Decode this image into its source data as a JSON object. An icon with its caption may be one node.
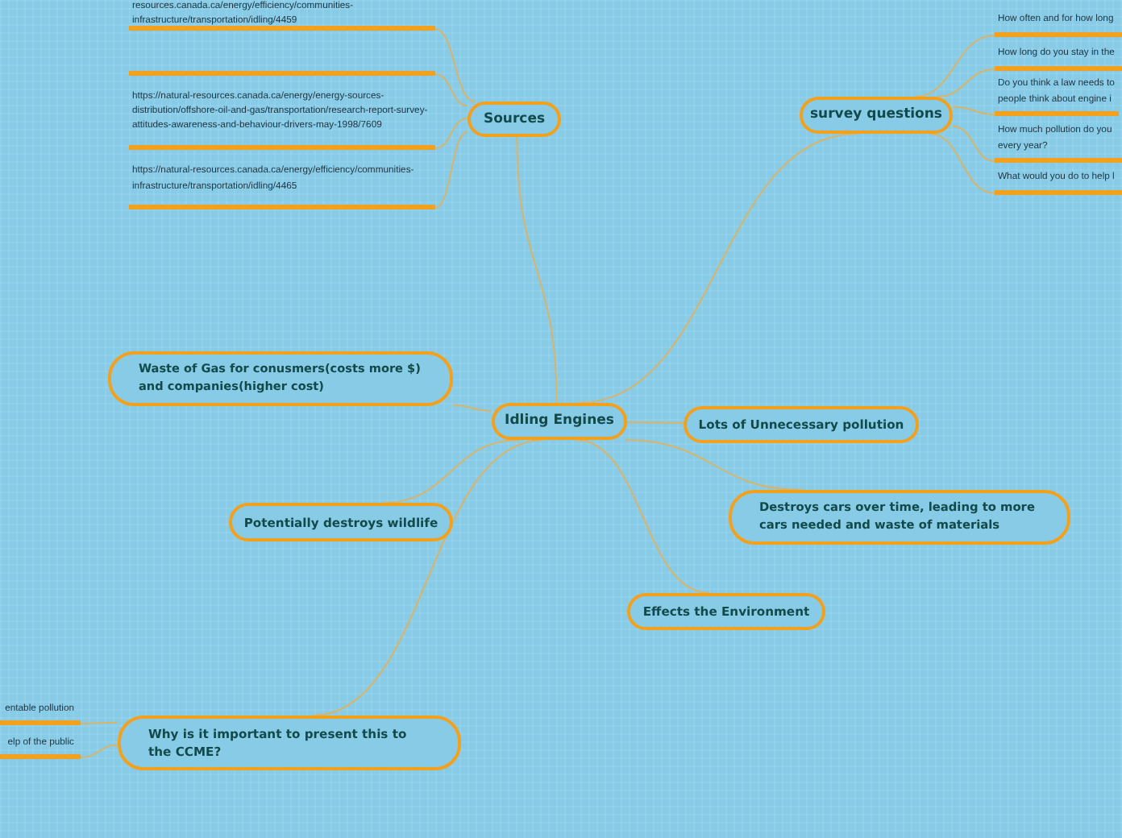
{
  "diagram": {
    "nodes": [
      {
        "text": [
          "Idling Engines"
        ]
      },
      {
        "text": [
          "Sources"
        ]
      },
      {
        "text": [
          "resources.canada.ca/energy/efficiency/communities-infrastructure/transportation/idling/4459"
        ]
      },
      {
        "text": [],
        "shape": "box"
      },
      {
        "text": [
          "https://natural-resources.canada.ca/energy/energy-sources-distribution/offshore-oil-and-gas/transportation/research-report-survey-attitudes-awareness-and-behaviour-drivers-may-1998/7609"
        ]
      },
      {
        "text": [
          "https://natural-resources.canada.ca/energy/efficiency/communities-infrastructure/transportation/idling/4465"
        ]
      },
      {
        "text": [
          "survey questions"
        ]
      },
      {
        "text": [
          "How often and for how long"
        ]
      },
      {
        "text": [
          "How long do you stay in the"
        ]
      },
      {
        "text": [
          "Do you think a law needs to people think about engine i"
        ]
      },
      {
        "text": [
          "How much pollution do you every year?"
        ]
      },
      {
        "text": [
          "What would you do to help l"
        ]
      },
      {
        "text": [
          "Waste of Gas for conusmers(costs more $) and companies(higher cost)"
        ]
      },
      {
        "text": [
          "Lots of Unnecessary pollution"
        ]
      },
      {
        "text": [
          "Potentially destroys wildlife"
        ]
      },
      {
        "text": [
          "Destroys cars over time, leading to more cars needed and waste of materials"
        ]
      },
      {
        "text": [
          "Effects the Environment"
        ]
      },
      {
        "text": [
          "Why is it important to present this to the CCME?"
        ]
      },
      {
        "text": [
          "entable pollution"
        ]
      },
      {
        "text": [
          "elp of the public"
        ]
      }
    ],
    "edges": [
      {
        "from": 0,
        "to": 1,
        "arrow": "none"
      },
      {
        "from": 1,
        "to": 2,
        "arrow": "none"
      },
      {
        "from": 1,
        "to": 3,
        "arrow": "none"
      },
      {
        "from": 1,
        "to": 4,
        "arrow": "none"
      },
      {
        "from": 1,
        "to": 5,
        "arrow": "none"
      },
      {
        "from": 0,
        "to": 6,
        "arrow": "none"
      },
      {
        "from": 6,
        "to": 7,
        "arrow": "none"
      },
      {
        "from": 6,
        "to": 8,
        "arrow": "none"
      },
      {
        "from": 6,
        "to": 9,
        "arrow": "none"
      },
      {
        "from": 6,
        "to": 10,
        "arrow": "none"
      },
      {
        "from": 6,
        "to": 11,
        "arrow": "none"
      },
      {
        "from": 0,
        "to": 12,
        "arrow": "none"
      },
      {
        "from": 0,
        "to": 13,
        "arrow": "none"
      },
      {
        "from": 0,
        "to": 14,
        "arrow": "none"
      },
      {
        "from": 0,
        "to": 15,
        "arrow": "none"
      },
      {
        "from": 0,
        "to": 16,
        "arrow": "none"
      },
      {
        "from": 0,
        "to": 17,
        "arrow": "none"
      },
      {
        "from": 17,
        "to": 18,
        "arrow": "none"
      },
      {
        "from": 17,
        "to": 19,
        "arrow": "none"
      }
    ]
  }
}
